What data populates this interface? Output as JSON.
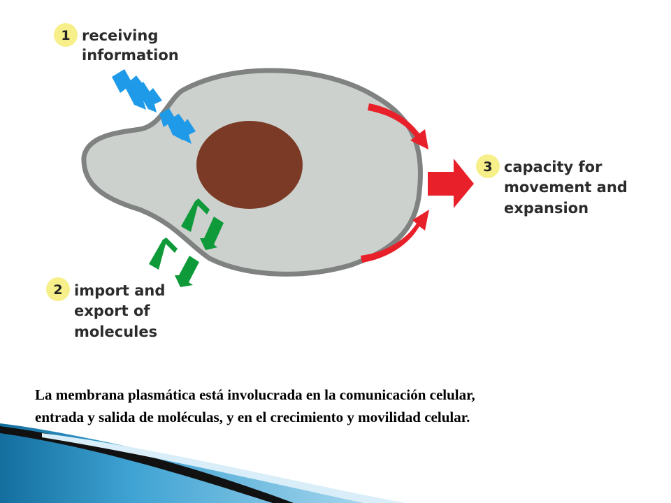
{
  "labels": {
    "receiving": {
      "number": "1",
      "line1": "receiving",
      "line2": "information"
    },
    "import_export": {
      "number": "2",
      "line1": "import and",
      "line2": "export of",
      "line3": "molecules"
    },
    "movement": {
      "number": "3",
      "line1": "capacity for",
      "line2": "movement and",
      "line3": "expansion"
    }
  },
  "caption": {
    "line1": "La membrana plasmática está involucrada en la comunicación celular,",
    "line2": "entrada y salida de moléculas, y  en el crecimiento y movilidad celular."
  },
  "colors": {
    "cell_fill": "#ccd1ce",
    "membrane": "#7f8280",
    "nucleus": "#7b3a26",
    "signal_arrow": "#1f9ae8",
    "transport_arrow": "#0f9a3a",
    "movement_arrow": "#e8202a",
    "badge": "#f7ef8a",
    "footer_blue": "#1e7fb2",
    "footer_black": "#111111"
  }
}
